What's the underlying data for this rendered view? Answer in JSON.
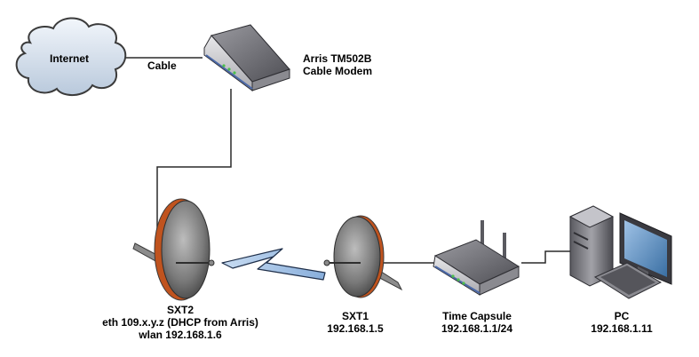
{
  "nodes": {
    "internet": {
      "label": "Internet",
      "icon": "cloud-icon"
    },
    "modem": {
      "name": "Arris TM502B",
      "subtitle": "Cable Modem",
      "icon": "cable-modem-icon"
    },
    "sxt2": {
      "name": "SXT2",
      "line1": "eth 109.x.y.z (DHCP from Arris)",
      "line2": "wlan 192.168.1.6",
      "icon": "dish-antenna-icon"
    },
    "sxt1": {
      "name": "SXT1",
      "ip": "192.168.1.5",
      "icon": "dish-antenna-icon"
    },
    "time_capsule": {
      "name": "Time Capsule",
      "ip": "192.168.1.1/24",
      "icon": "wireless-router-icon"
    },
    "pc": {
      "name": "PC",
      "ip": "192.168.1.11",
      "icon": "desktop-computer-icon"
    }
  },
  "links": {
    "internet_modem": {
      "label": "Cable"
    },
    "sxt2_sxt1": {
      "type": "wireless",
      "icon": "lightning-bolt-icon"
    }
  },
  "colors": {
    "cloud": "#c9d7e6",
    "device": "#6e6e73",
    "link": "#2a2a2a",
    "bolt": "#a6c4e8"
  }
}
